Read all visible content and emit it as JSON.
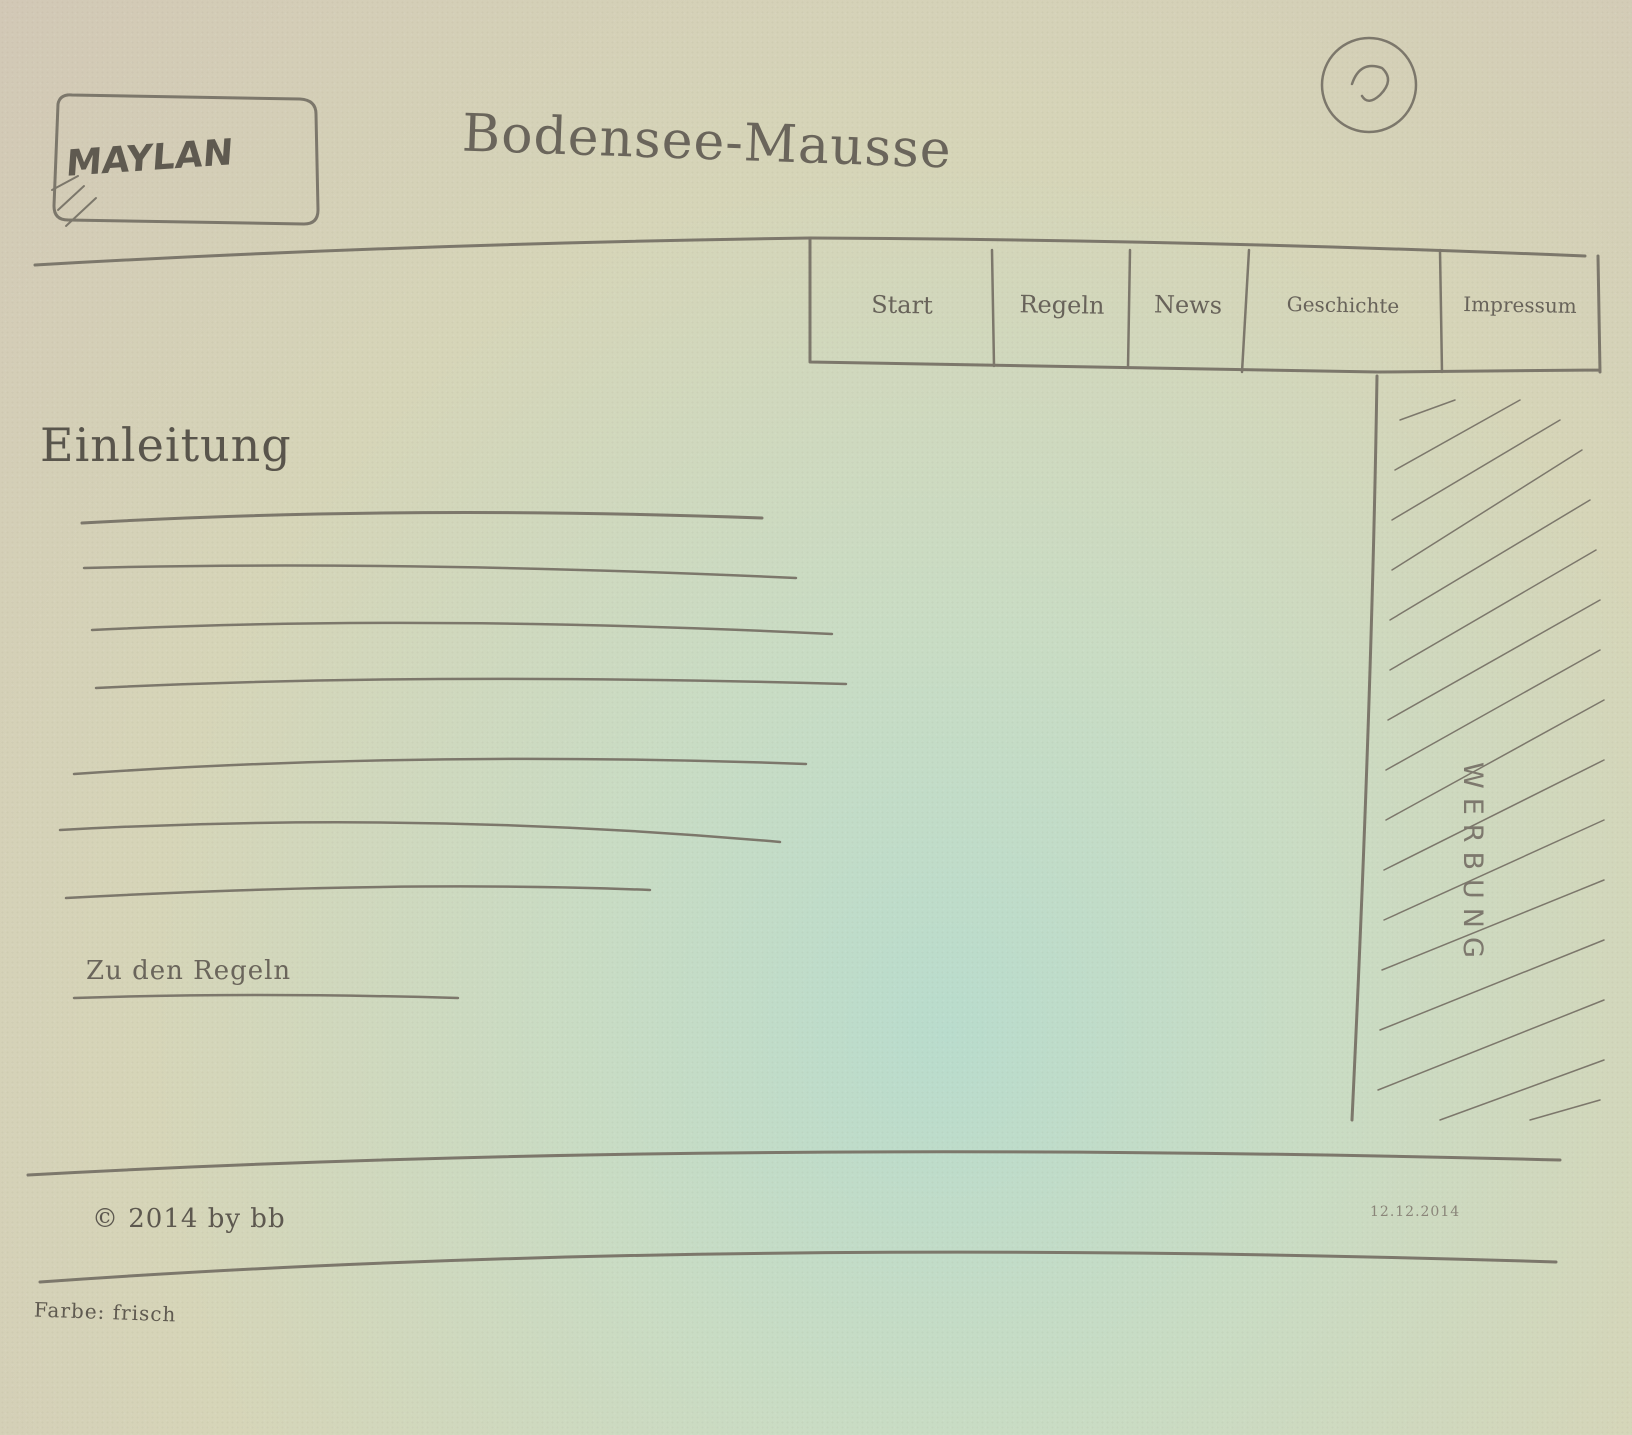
{
  "site": {
    "title": "Bodensee-Mausse",
    "logo_text": "MAYLAN"
  },
  "nav": {
    "items": [
      {
        "label": "Start"
      },
      {
        "label": "Regeln"
      },
      {
        "label": "News"
      },
      {
        "label": "Geschichte"
      },
      {
        "label": "Impressum"
      }
    ]
  },
  "main": {
    "heading": "Einleitung",
    "link": "Zu den Regeln"
  },
  "sidebar": {
    "label": "WERBUNG"
  },
  "footer": {
    "copyright": "© 2014 by bb",
    "date": "12.12.2014"
  },
  "note": "Farbe: frisch"
}
